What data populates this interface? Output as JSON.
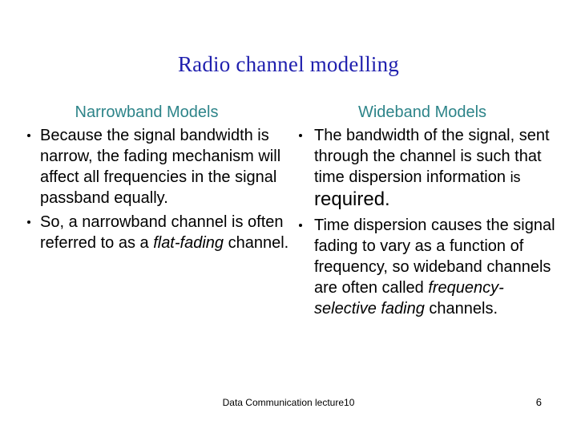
{
  "slide": {
    "title": "Radio channel modelling",
    "title_color": "#1f1fae",
    "background_color": "#ffffff",
    "heading_color": "#2d8489",
    "body_black": "#000000",
    "body_navy": "#393968"
  },
  "left_column": {
    "heading": "Narrowband Models",
    "bullets": [
      {
        "tone": "black",
        "segments": [
          {
            "text": "Because the signal bandwidth is narrow, the fading mechanism will affect all frequencies in the signal passband equally.",
            "style": "normal"
          }
        ]
      },
      {
        "tone": "navy",
        "segments": [
          {
            "text": "So, a narrowband channel is often referred to as a ",
            "style": "normal"
          },
          {
            "text": "flat-fading",
            "style": "italic-black"
          },
          {
            "text": " channel.",
            "style": "normal"
          }
        ]
      }
    ]
  },
  "right_column": {
    "heading": "Wideband Models",
    "bullets": [
      {
        "tone": "black",
        "segments": [
          {
            "text": "The bandwidth of the signal, sent through the channel is such that time dispersion information ",
            "style": "normal"
          },
          {
            "text": "is",
            "style": "small"
          },
          {
            "text": " ",
            "style": "normal"
          },
          {
            "text": "required.",
            "style": "large"
          }
        ]
      },
      {
        "tone": "navy",
        "segments": [
          {
            "text": "Time dispersion causes the signal fading to vary as a function of  frequency, so wideband channels are often called ",
            "style": "normal"
          },
          {
            "text": "frequency-selective fading",
            "style": "italic-black"
          },
          {
            "text": " channels.",
            "style": "normal"
          }
        ]
      }
    ]
  },
  "footer": {
    "text": "Data Communication lecture10",
    "page_number": "6"
  }
}
